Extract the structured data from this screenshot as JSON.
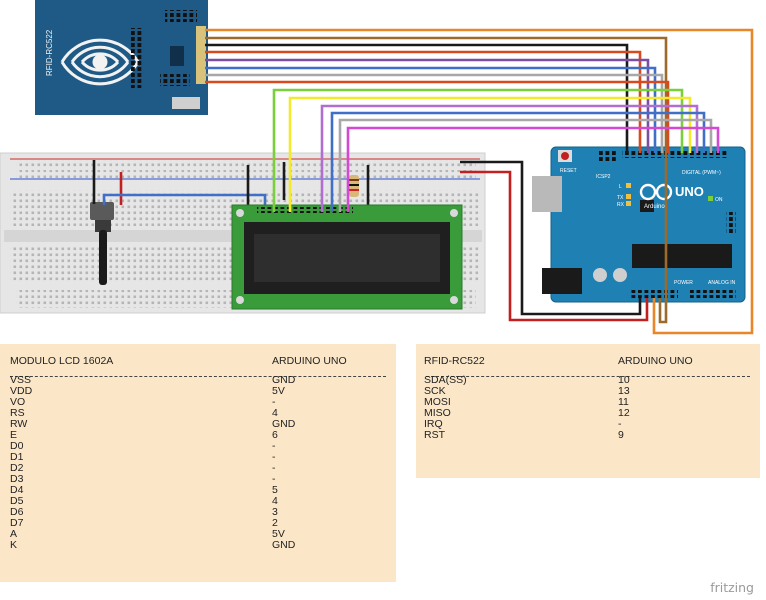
{
  "rfid_module": {
    "label": "RFID-RC522"
  },
  "arduino_board": {
    "brand": "Arduino",
    "model": "UNO",
    "reset_label": "RESET",
    "icsp_label": "ICSP2",
    "digital_label": "DIGITAL (PWM~)",
    "analog_label": "ANALOG IN",
    "power_label": "POWER",
    "led_labels": [
      "L",
      "TX",
      "RX"
    ],
    "on_label": "ON"
  },
  "lcd_table": {
    "headers": [
      "MODULO LCD 1602A",
      "ARDUINO UNO"
    ],
    "rows": [
      [
        "VSS",
        "GND"
      ],
      [
        "VDD",
        "5V"
      ],
      [
        "VO",
        "-"
      ],
      [
        "RS",
        "4"
      ],
      [
        "RW",
        "GND"
      ],
      [
        "E",
        "6"
      ],
      [
        "D0",
        "-"
      ],
      [
        "D1",
        "-"
      ],
      [
        "D2",
        "-"
      ],
      [
        "D3",
        "-"
      ],
      [
        "D4",
        "5"
      ],
      [
        "D5",
        "4"
      ],
      [
        "D6",
        "3"
      ],
      [
        "D7",
        "2"
      ],
      [
        "A",
        "5V"
      ],
      [
        "K",
        "GND"
      ]
    ]
  },
  "rfid_table": {
    "headers": [
      "RFID-RC522",
      "ARDUINO UNO"
    ],
    "rows": [
      [
        "SDA(SS)",
        "10"
      ],
      [
        "SCK",
        "13"
      ],
      [
        "MOSI",
        "11"
      ],
      [
        "MISO",
        "12"
      ],
      [
        "IRQ",
        "-"
      ],
      [
        "RST",
        "9"
      ]
    ]
  },
  "credit": "fritzing",
  "colors": {
    "arduino_blue": "#1f80b4",
    "rfid_blue": "#1e5a85",
    "lcd_green": "#3a9b3a",
    "table_bg": "#fbe7c8",
    "wires": [
      "#e8862a",
      "#9c6a2a",
      "#1a1a1a",
      "#d84a1e",
      "#7a4fa2",
      "#3f6fc7",
      "#a8a8a8",
      "#d448d4",
      "#7ad03a",
      "#f4ea2c",
      "#b06fd0",
      "#c22020"
    ]
  }
}
